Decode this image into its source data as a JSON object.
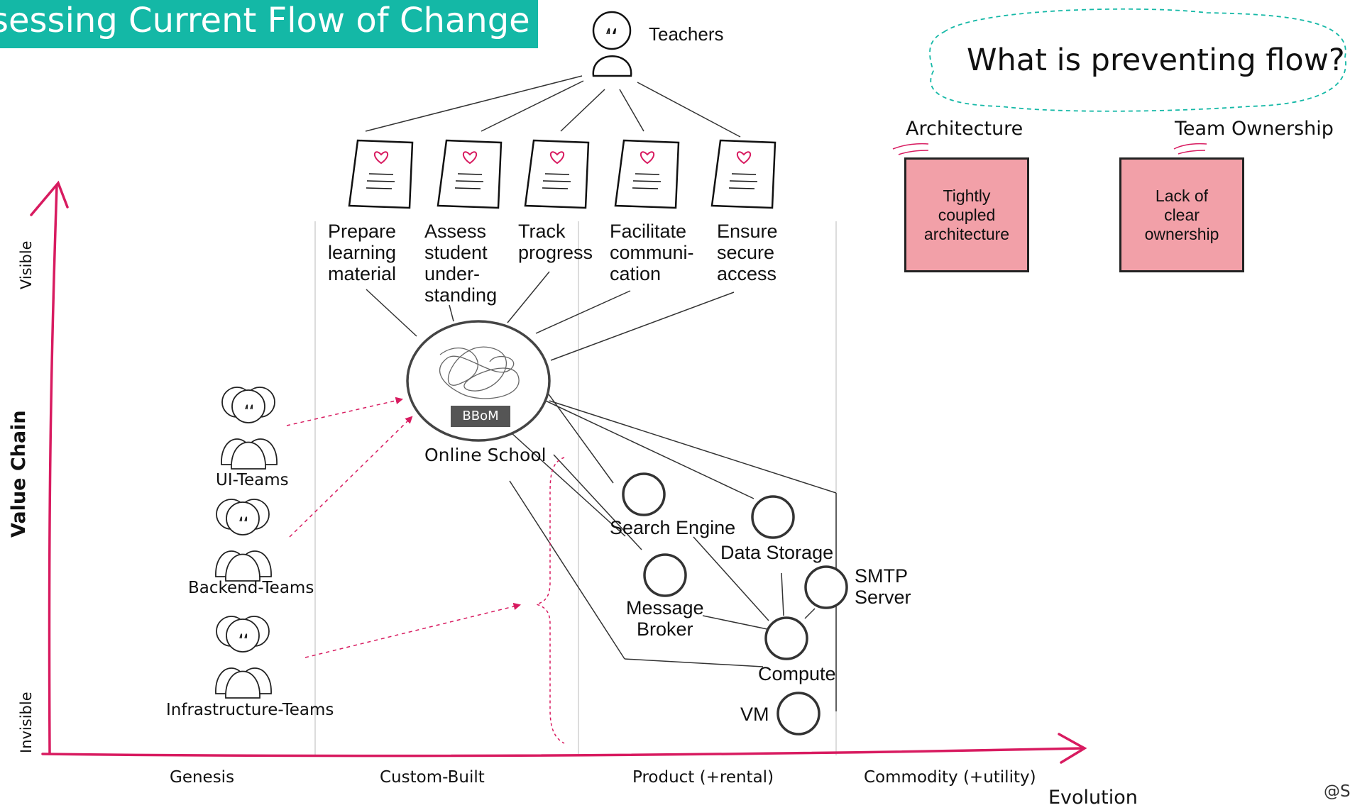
{
  "title": "ssessing Current Flow of Change",
  "question": "What is preventing flow?",
  "user": "Teachers",
  "needs": [
    {
      "label": "Prepare\nlearning\nmaterial"
    },
    {
      "label": "Assess\nstudent\nunder-\nstanding"
    },
    {
      "label": "Track\nprogress"
    },
    {
      "label": "Facilitate\ncommuni-\ncation"
    },
    {
      "label": "Ensure\nsecure\naccess"
    }
  ],
  "core": {
    "label": "Online School",
    "badge": "BBoM"
  },
  "components": {
    "search": "Search Engine",
    "storage": "Data Storage",
    "broker": "Message\nBroker",
    "smtp": "SMTP\nServer",
    "compute": "Compute",
    "vm": "VM"
  },
  "teams": [
    "UI-Teams",
    "Backend-Teams",
    "Infrastructure-Teams"
  ],
  "problems": [
    {
      "category": "Architecture",
      "note": "Tightly\ncoupled\narchitecture"
    },
    {
      "category": "Team Ownership",
      "note": "Lack of\nclear\nownership"
    }
  ],
  "axis": {
    "y_label": "Value Chain",
    "y_top": "Visible",
    "y_bottom": "Invisible",
    "x_label": "Evolution",
    "stages": [
      "Genesis",
      "Custom-Built",
      "Product (+rental)",
      "Commodity (+utility)"
    ]
  },
  "credit": "@S",
  "colors": {
    "accent": "#d81b60",
    "banner": "#14b8a6",
    "dashed_cloud": "#14b8a6",
    "sticky": "#f2a0a8"
  }
}
